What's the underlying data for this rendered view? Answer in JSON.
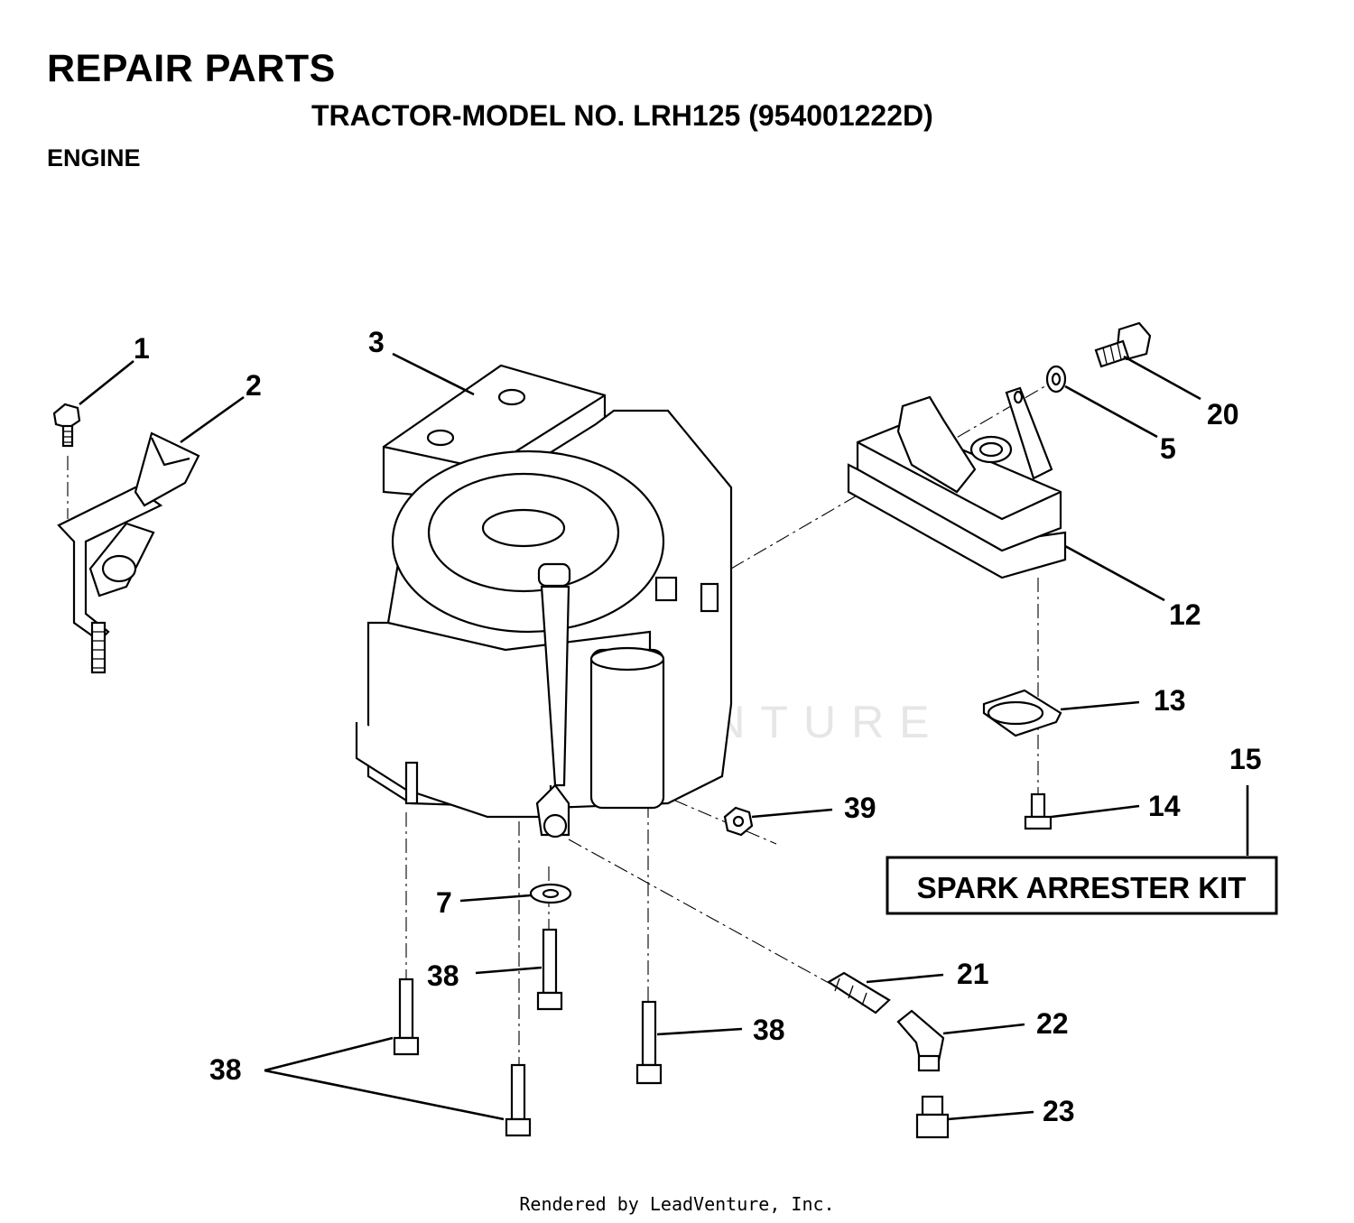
{
  "header": {
    "title": "REPAIR PARTS",
    "subtitle": "TRACTOR-MODEL NO. LRH125 (954001222D)",
    "section": "ENGINE"
  },
  "callouts": {
    "c1": "1",
    "c2": "2",
    "c3": "3",
    "c5": "5",
    "c7": "7",
    "c12": "12",
    "c13": "13",
    "c14": "14",
    "c15": "15",
    "c20": "20",
    "c21": "21",
    "c22": "22",
    "c23": "23",
    "c38a": "38",
    "c38b": "38",
    "c38c": "38",
    "c39": "39"
  },
  "kit_label": "SPARK ARRESTER KIT",
  "watermark": "LEADVENTURE",
  "footer": "Rendered by LeadVenture, Inc."
}
